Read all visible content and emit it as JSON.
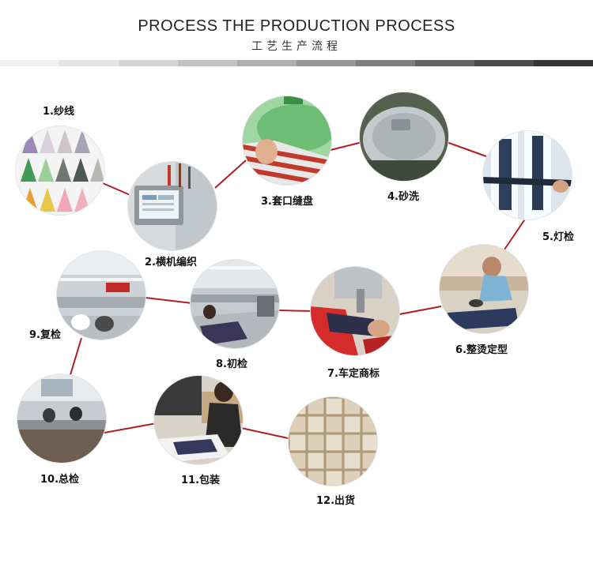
{
  "header": {
    "title": "PROCESS THE PRODUCTION PROCESS",
    "subtitle": "工艺生产流程"
  },
  "colors": {
    "connector": "#b01e23",
    "bar": [
      "#f2f2f2",
      "#e4e4e4",
      "#d4d4d4",
      "#c2c2c2",
      "#aeaeae",
      "#989898",
      "#7e7e7e",
      "#646464",
      "#4a4a4a",
      "#333333"
    ]
  },
  "steps": [
    {
      "label": "1.纱线",
      "icon": "yarn-cones-photo"
    },
    {
      "label": "2.横机编织",
      "icon": "knitting-machine-photo"
    },
    {
      "label": "3.套口缝盘",
      "icon": "linking-machine-photo"
    },
    {
      "label": "4.砂洗",
      "icon": "washing-machine-photo"
    },
    {
      "label": "5.灯检",
      "icon": "light-inspection-photo"
    },
    {
      "label": "6.整烫定型",
      "icon": "ironing-photo"
    },
    {
      "label": "7.车定商标",
      "icon": "sewing-label-photo"
    },
    {
      "label": "8.初检",
      "icon": "initial-inspection-photo"
    },
    {
      "label": "9.复检",
      "icon": "re-inspection-photo"
    },
    {
      "label": "10.总检",
      "icon": "final-inspection-photo"
    },
    {
      "label": "11.包装",
      "icon": "packaging-photo"
    },
    {
      "label": "12.出货",
      "icon": "shipping-boxes-photo"
    }
  ]
}
